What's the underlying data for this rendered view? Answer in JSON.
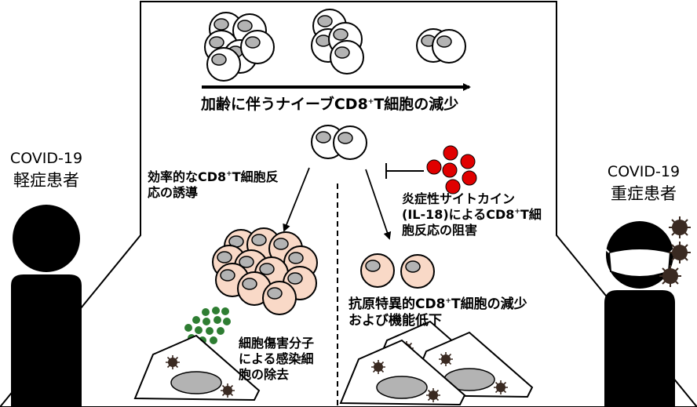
{
  "left_patient": {
    "line1": "COVID-19",
    "line2": "軽症患者"
  },
  "right_patient": {
    "line1": "COVID-19",
    "line2": "重症患者"
  },
  "top_label": {
    "pre": "加齢に伴うナイーブCD8",
    "sup": "+",
    "post": "T細胞の減少"
  },
  "left_branch_label": {
    "line1_pre": "効率的なCD8",
    "sup": "+",
    "line1_post": "T細胞反",
    "line2": "応の誘導"
  },
  "cytokine_label": {
    "line1": "炎症性サイトカイン",
    "line2_pre": "(IL-18)によるCD8",
    "sup": "+",
    "line2_post": "T細",
    "line3": "胞反応の阻害"
  },
  "right_branch_label": {
    "line1_pre": "抗原特異的CD8",
    "sup": "+",
    "line1_post": "T細胞の減少",
    "line2": "および機能低下"
  },
  "cytotoxic_label": {
    "line1": "細胞傷害分子",
    "line2": "による感染細",
    "line3": "胞の除去"
  },
  "colors": {
    "effector_cell": "#f9d9c7",
    "nucleus": "#b3b3b3",
    "cytokine": "#e00000",
    "granule": "#2e7d32",
    "virus": "#3a2a22",
    "silhouette": "#000000"
  }
}
